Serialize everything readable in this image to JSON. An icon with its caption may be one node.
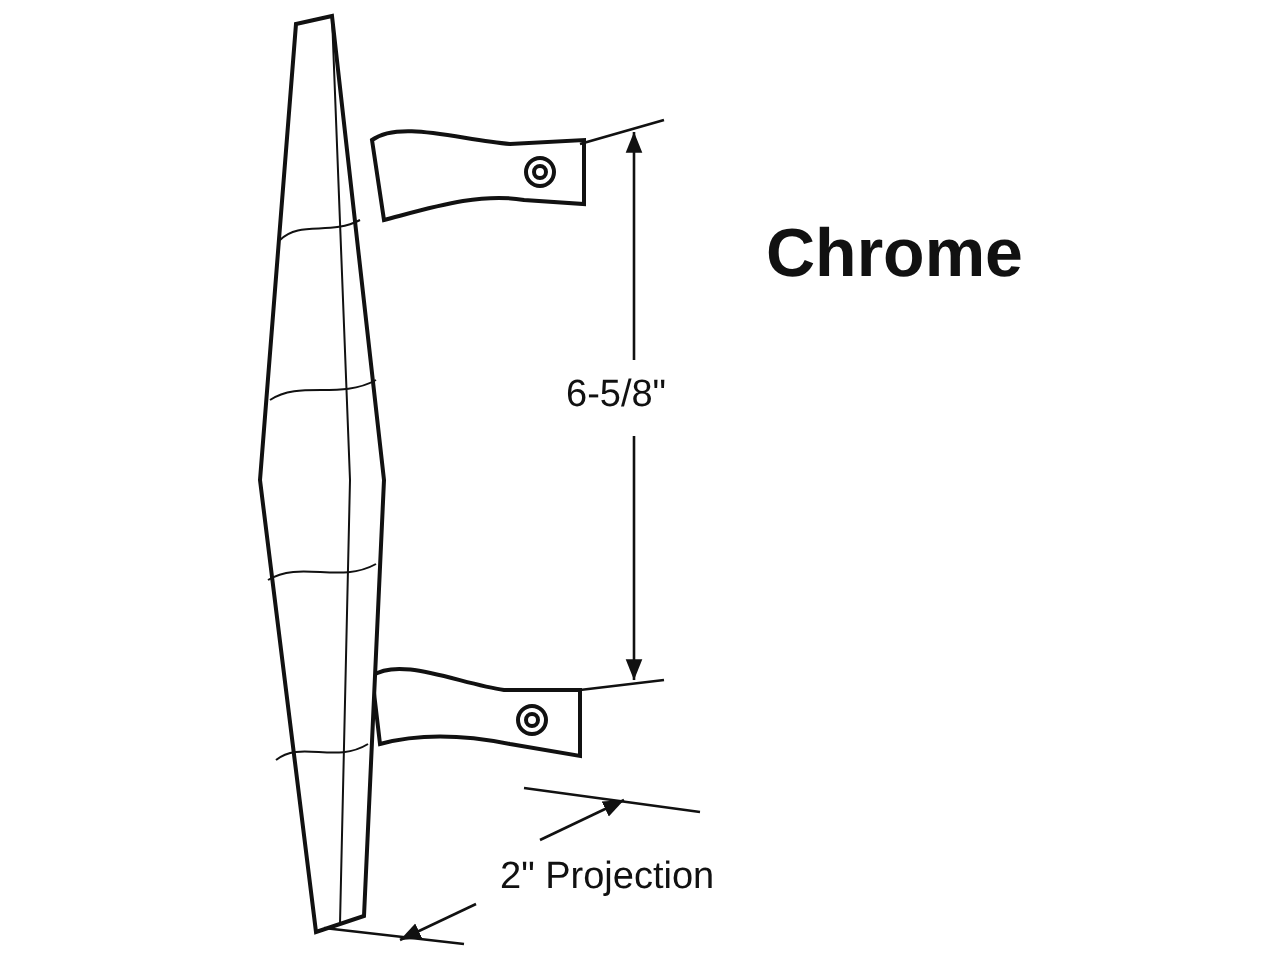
{
  "diagram": {
    "labels": [
      "Chrome",
      "6-5/8\"",
      "2\" Projection"
    ]
  }
}
